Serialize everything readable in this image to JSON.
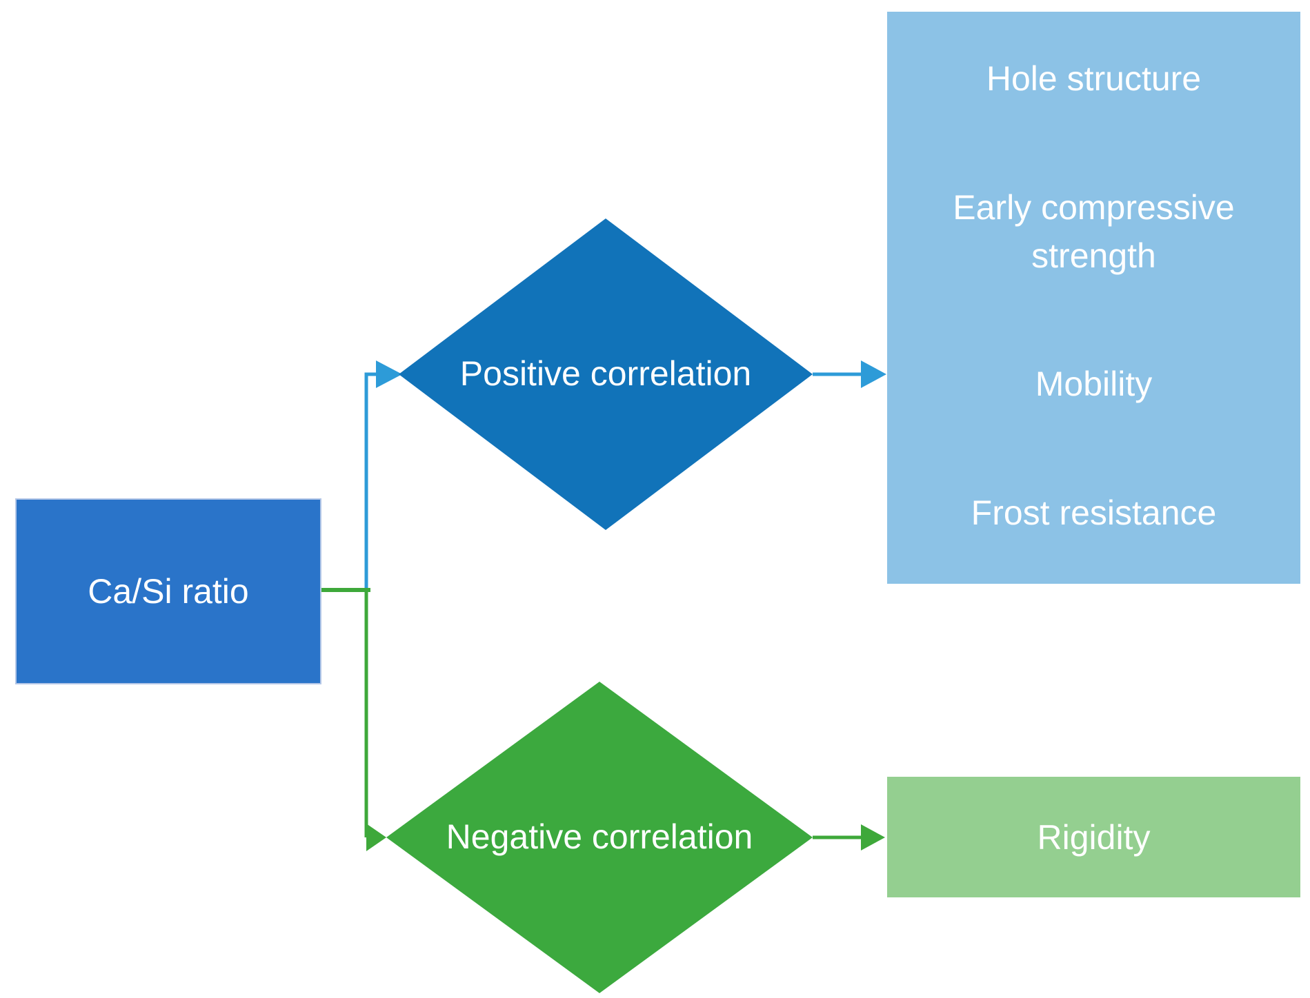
{
  "diagram": {
    "root": {
      "label": "Ca/Si ratio"
    },
    "positive_branch": {
      "condition": "Positive correlation",
      "outcomes": [
        "Hole structure",
        "Early compressive strength",
        "Mobility",
        "Frost resistance"
      ]
    },
    "negative_branch": {
      "condition": "Negative correlation",
      "outcomes": [
        "Rigidity"
      ]
    },
    "colors": {
      "root_fill": "#2A74C9",
      "root_border": "#B4C7E7",
      "positive_diamond": "#1173B9",
      "positive_arrow": "#2D9BD8",
      "positive_outcome_fill": "#8CC2E6",
      "negative_diamond": "#3CA93E",
      "negative_arrow": "#3EA83A",
      "negative_outcome_fill": "#94CF90",
      "text": "#FFFFFF"
    }
  }
}
